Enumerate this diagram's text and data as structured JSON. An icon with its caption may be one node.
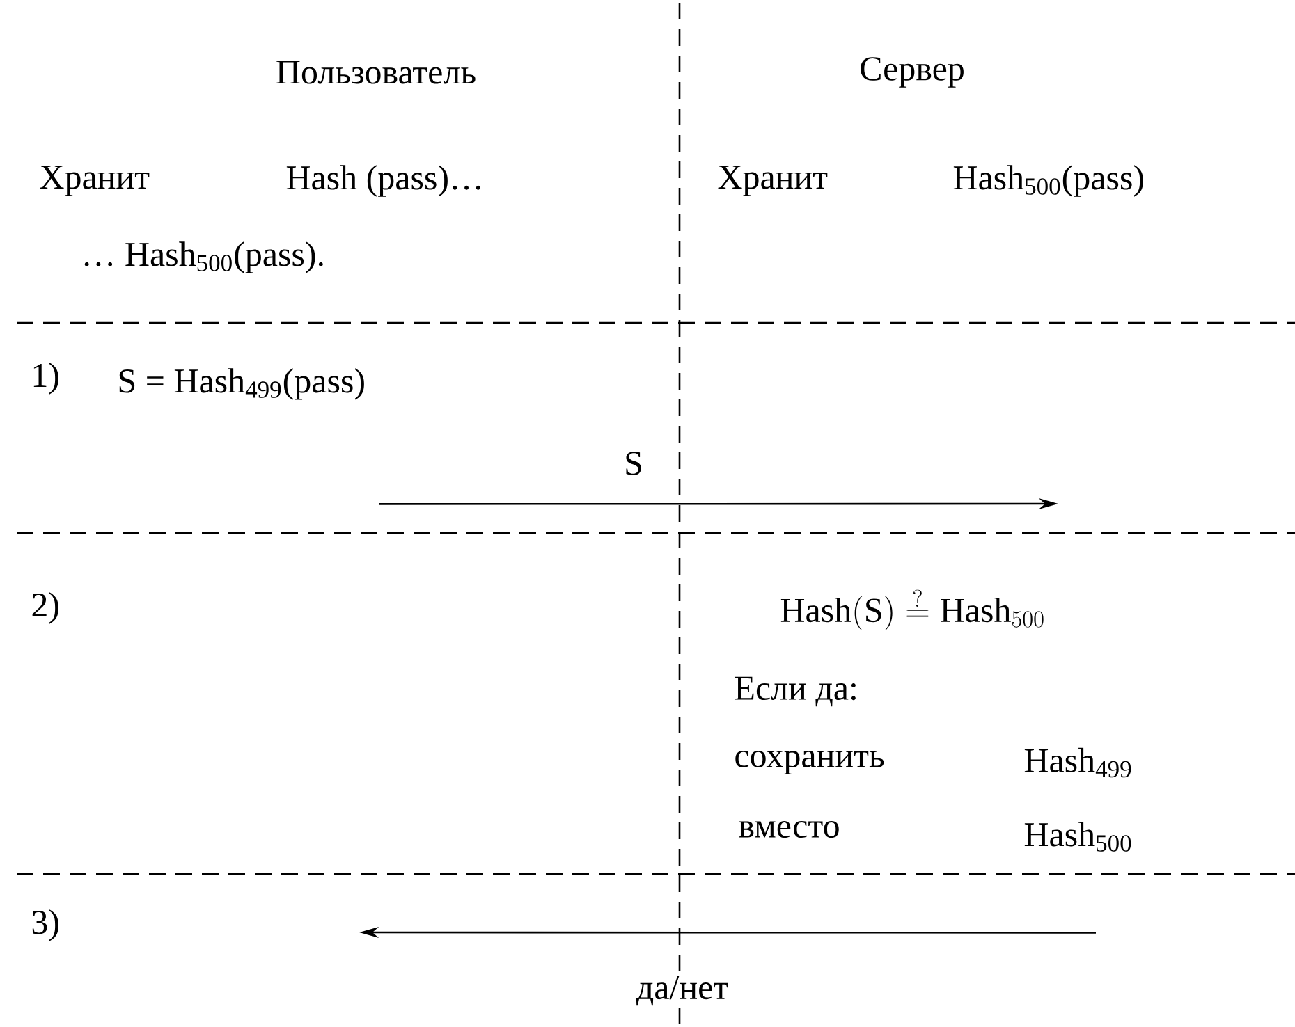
{
  "diagram": {
    "nodes": [
      {
        "text": [
          "S = Hash$_{499}$(pass)"
        ]
      },
      {
        "text": [
          "Hash$_{500}$"
        ]
      }
    ],
    "labels": [
      "Пользователь",
      "Сервер",
      "Хранит",
      "Hash (pass)…",
      "Хранит",
      "Hash$_{500}$(pass)",
      "… Hash$_{500}$(pass).",
      "1)",
      "2)",
      "\\mathrm{Hash(S)} \\stackrel{?}{=} \\mathrm{Hash}_{500}",
      "Если да:",
      "сохранить",
      "Hash$_{499}$",
      "вместо",
      "3)"
    ],
    "edges": [
      {
        "from": 0,
        "to": null,
        "arrow": "to",
        "label": "S"
      },
      {
        "from": 1,
        "to": null,
        "arrow": "to",
        "label": "да/нет"
      }
    ]
  }
}
